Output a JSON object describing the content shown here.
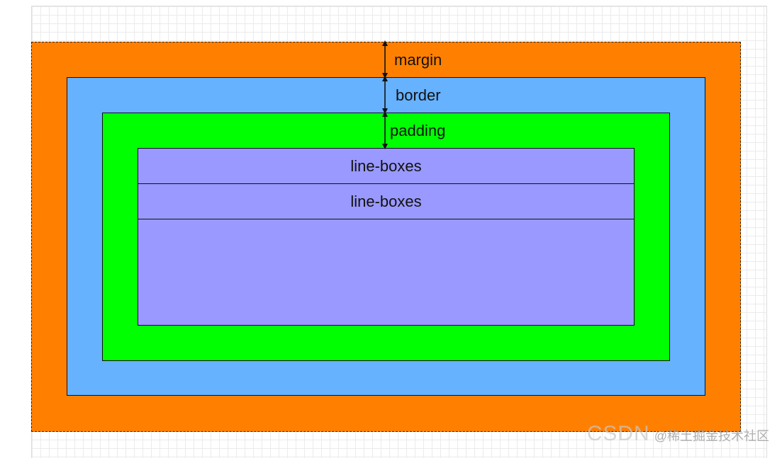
{
  "labels": {
    "margin": "margin",
    "border": "border",
    "padding": "padding"
  },
  "line_boxes": [
    "line-boxes",
    "line-boxes"
  ],
  "watermark": {
    "brand": "CSDN",
    "text": "@稀土掘金技术社区"
  },
  "colors": {
    "margin": "#ff8000",
    "border": "#66b2ff",
    "padding": "#00ff00",
    "content": "#9999ff",
    "grid_line": "#ebebeb",
    "stroke": "#111111"
  },
  "icons": [
    "double-arrow-icon",
    "double-arrow-icon",
    "double-arrow-icon"
  ]
}
